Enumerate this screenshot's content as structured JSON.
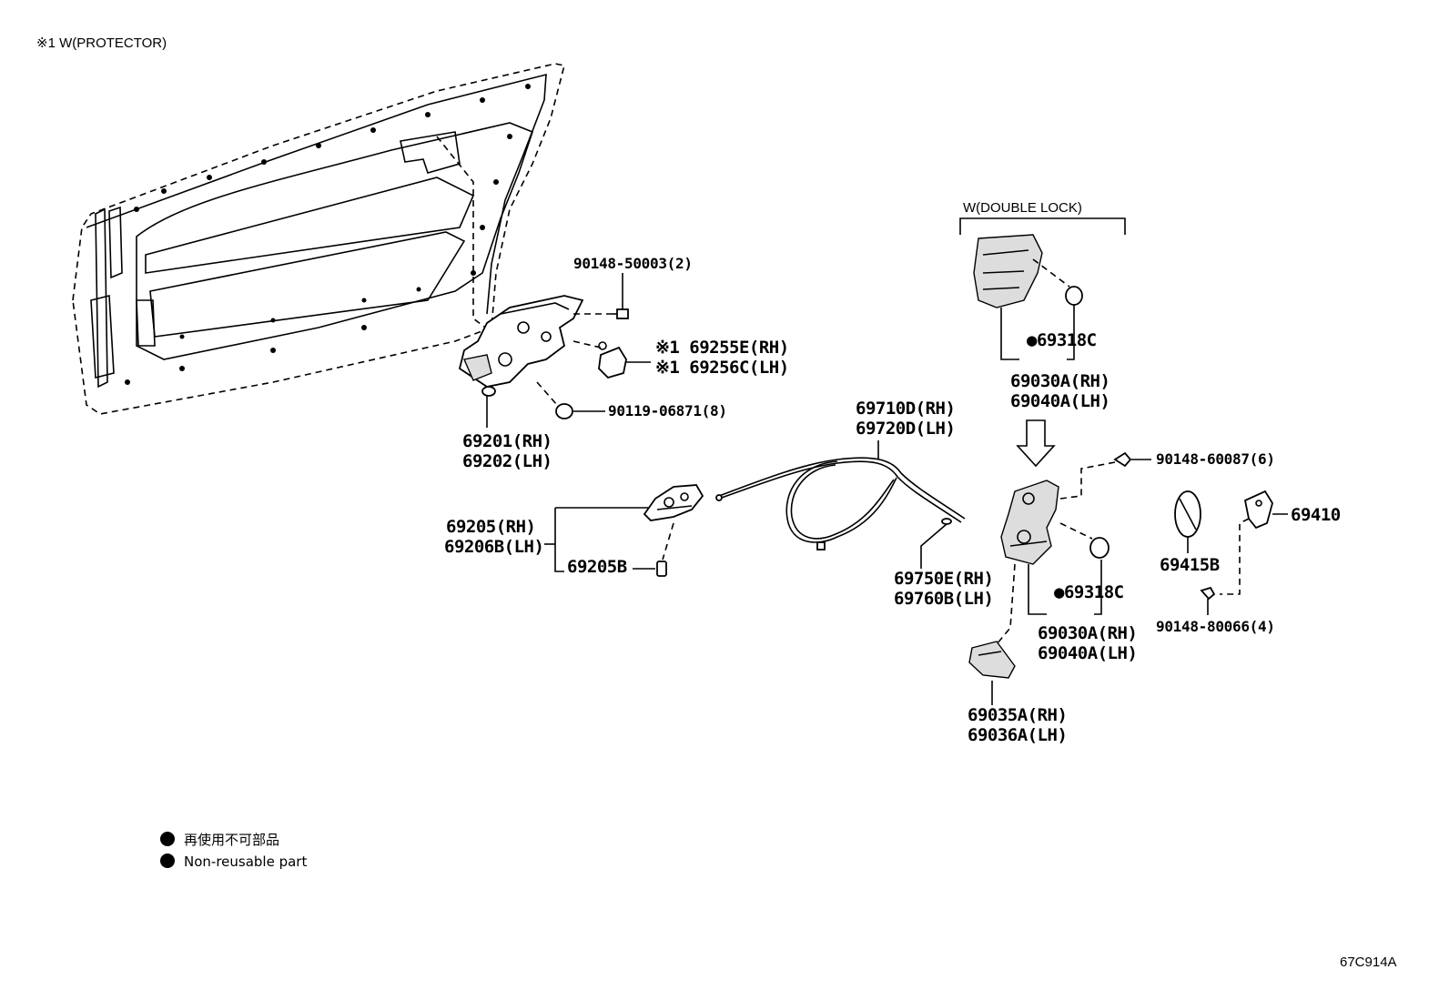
{
  "header": {
    "protector_note": "※1 W(PROTECTOR)",
    "double_lock_group": "W(DOUBLE LOCK)"
  },
  "labels": {
    "p90148_50003": "90148-50003(2)",
    "p69255E": "※1 69255E(RH)",
    "p69256C": "※1 69256C(LH)",
    "p90119_06871": "90119-06871(8)",
    "p69201": "69201(RH)",
    "p69202": "69202(LH)",
    "p69205": "69205(RH)",
    "p69206B": "69206B(LH)",
    "p69205B": "69205B",
    "p69710D": "69710D(RH)",
    "p69720D": "69720D(LH)",
    "p69750E": "69750E(RH)",
    "p69760B": "69760B(LH)",
    "p69318C_top": "●69318C",
    "p69030A_top": "69030A(RH)",
    "p69040A_top": "69040A(LH)",
    "p90148_60087": "90148-60087(6)",
    "p69318C_bot": "●69318C",
    "p69030A_bot": "69030A(RH)",
    "p69040A_bot": "69040A(LH)",
    "p69035A": "69035A(RH)",
    "p69036A": "69036A(LH)",
    "p69415B": "69415B",
    "p69410": "69410",
    "p90148_80066": "90148-80066(4)"
  },
  "legend": {
    "line_jp": "再使用不可部品",
    "line_en": "Non-reusable part"
  },
  "figure_code": "67C914A"
}
